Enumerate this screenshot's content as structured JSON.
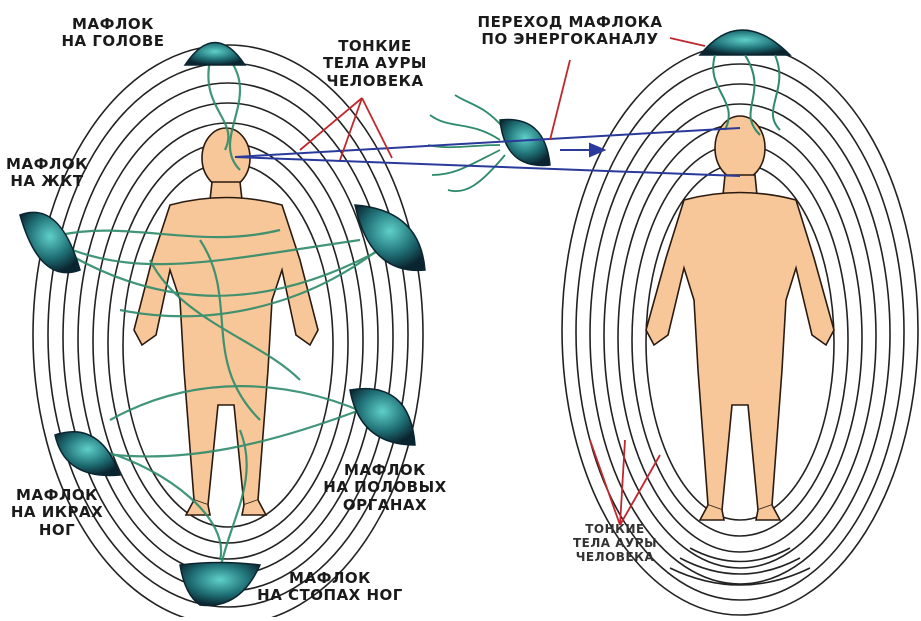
{
  "labels": {
    "head": "МАФЛОК\nНА ГОЛОВЕ",
    "aura_top": "ТОНКИЕ\nТЕЛА АУРЫ\nЧЕЛОВЕКА",
    "transfer": "ПЕРЕХОД МАФЛОКА\nПО ЭНЕРГОКАНАЛУ",
    "gi": "МАФЛОК\nНА ЖКТ",
    "genitals": "МАФЛОК\nНА ПОЛОВЫХ\nОРГАНАХ",
    "calves": "МАФЛОК\nНА ИКРАХ\nНОГ",
    "feet": "МАФЛОК\nНА СТОПАХ НОГ",
    "aura_bottom": "ТОНКИЕ\nТЕЛА АУРЫ\nЧЕЛОВЕКА"
  },
  "colors": {
    "skin": "#f7c79a",
    "aura_line": "#222222",
    "tendril": "#2e8b6a",
    "jelly": "#1f6f75",
    "pointer": "#c0282d",
    "channel": "#2a3a9a"
  },
  "icons": [
    "jellyfish-icon",
    "human-figure",
    "aura-contours"
  ]
}
